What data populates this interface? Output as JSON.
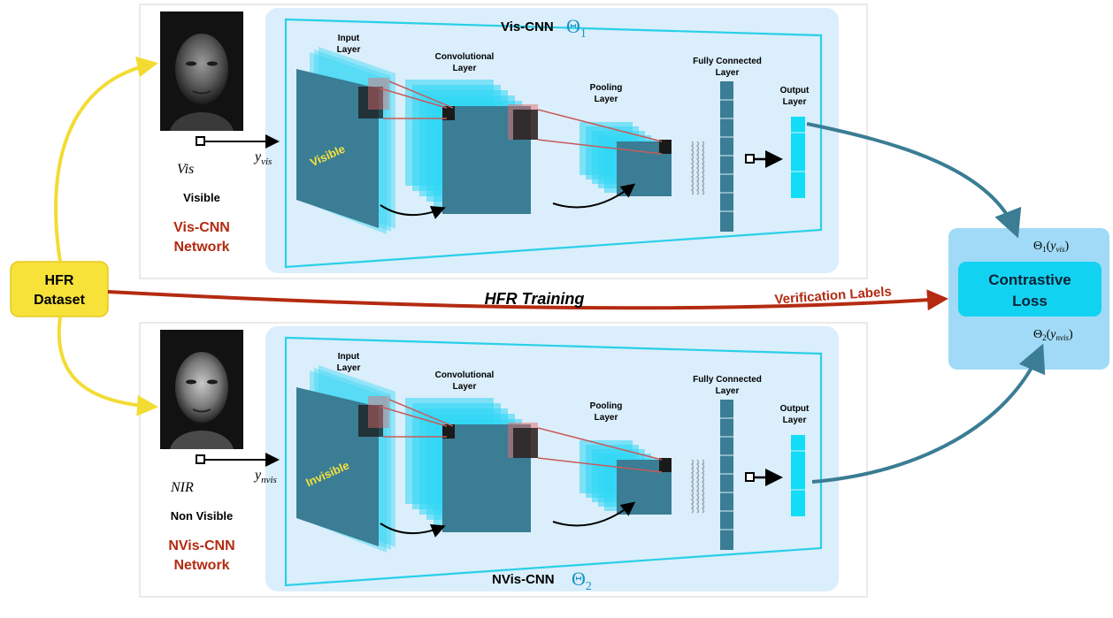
{
  "panels": [
    {
      "title": "Vis-CNN",
      "theta": "Θ",
      "theta_sub": "1",
      "layers": {
        "input": [
          "Input",
          "Layer"
        ],
        "conv": [
          "Convolutional",
          "Layer"
        ],
        "pool": [
          "Pooling",
          "Layer"
        ],
        "fc": [
          "Fully Connected",
          "Layer"
        ],
        "output": [
          "Output",
          "Layer"
        ]
      },
      "plane_label": "Visible",
      "input_symbol": "Vis",
      "y_base": "y",
      "y_sub": "vis",
      "modality": "Visible",
      "network": [
        "Vis-CNN",
        "Network"
      ]
    },
    {
      "title": "NVis-CNN",
      "theta": "Θ",
      "theta_sub": "2",
      "layers": {
        "input": [
          "Input",
          "Layer"
        ],
        "conv": [
          "Convolutional",
          "Layer"
        ],
        "pool": [
          "Pooling",
          "Layer"
        ],
        "fc": [
          "Fully Connected",
          "Layer"
        ],
        "output": [
          "Output",
          "Layer"
        ]
      },
      "plane_label": "Invisible",
      "input_symbol": "NIR",
      "y_base": "y",
      "y_sub": "nvis",
      "modality": "Non Visible",
      "network": [
        "NVis-CNN",
        "Network"
      ]
    }
  ],
  "dataset": [
    "HFR",
    "Dataset"
  ],
  "training_label": "HFR Training",
  "verification_label": "Verification Labels",
  "loss": {
    "title": [
      "Contrastive",
      "Loss"
    ],
    "top_formula": {
      "theta": "Θ",
      "sub": "1",
      "arg": "y",
      "arg_sub": "vis"
    },
    "bottom_formula": {
      "theta": "Θ",
      "sub": "2",
      "arg": "y",
      "arg_sub": "nvis"
    }
  },
  "colors": {
    "panel_fill": "#dbeefb",
    "frame": "#29d0e8",
    "teal": "#3a7d94",
    "cyan": "#11ddf7",
    "red_text": "#b42b12",
    "yellow": "#f7e23a",
    "loss_box": "#12d2f2",
    "loss_outer": "#8fd3f5"
  }
}
